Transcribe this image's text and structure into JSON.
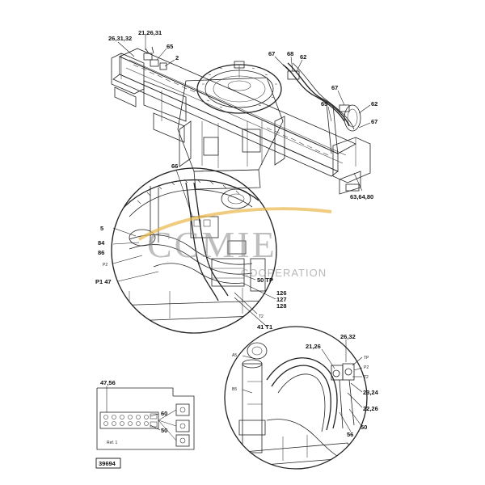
{
  "drawing_number": "39694",
  "watermark": {
    "brand": "CCMIE",
    "sub": "COOPERATION"
  },
  "top_callouts": {
    "c_26_31_32": "26,31,32",
    "c_21_26_31": "21,26,31",
    "c_65": "65",
    "c_2": "2",
    "c_67_a": "67",
    "c_68": "68",
    "c_62_a": "62",
    "c_67_b": "67",
    "c_65_b": "65",
    "c_62_b": "62",
    "c_67_c": "67",
    "c_63_64_80": "63,64,80"
  },
  "detail_a_callouts": {
    "c_66": "66",
    "c_5": "5",
    "c_84": "84",
    "c_86": "86",
    "c_p2": "P2",
    "c_p1_47": "P1 47",
    "c_50_tp": "50 TP",
    "c_126": "126",
    "c_127": "127",
    "c_128": "128",
    "c_t2": "T2",
    "c_41_t1": "41 T1"
  },
  "detail_b_callouts": {
    "c_26_32": "26,32",
    "c_21_26": "21,26",
    "c_a5": "A5",
    "c_b5": "B5",
    "c_tp": "TP",
    "c_p2": "P2",
    "c_t2": "T2",
    "c_23_24": "23,24",
    "c_22_26": "22,26",
    "c_50": "50",
    "c_56": "56"
  },
  "schematic": {
    "c_47_56": "47,56",
    "c_60": "60",
    "c_50": "50",
    "note": "Ref. 1"
  }
}
